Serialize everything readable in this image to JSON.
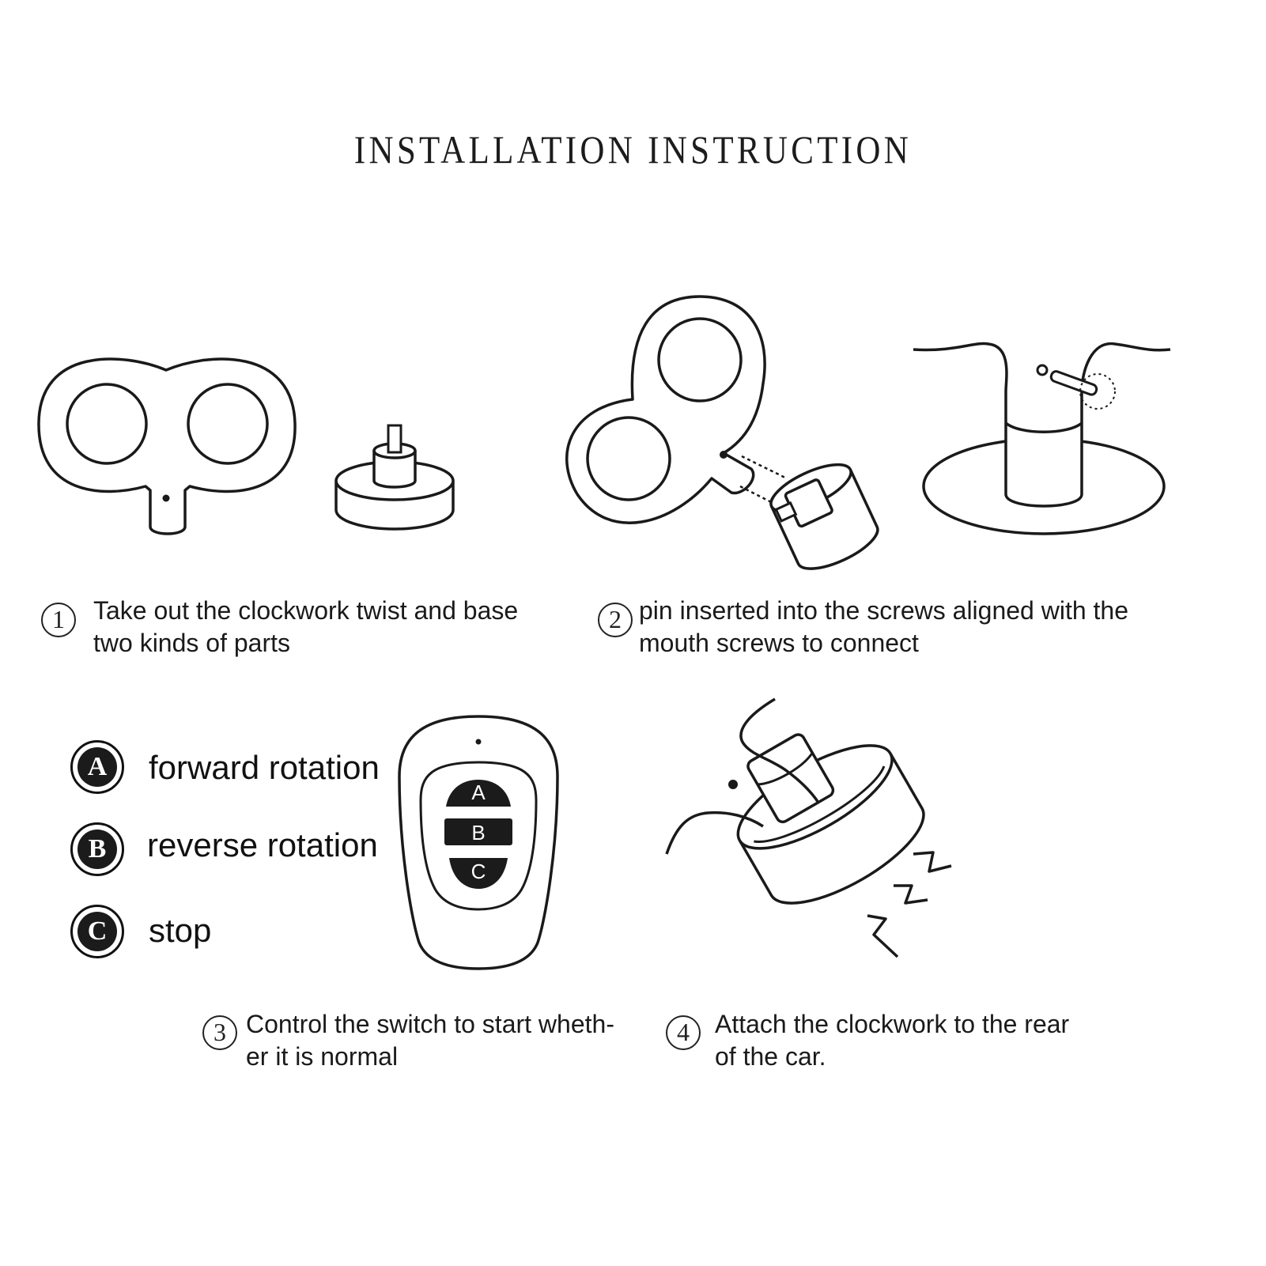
{
  "title": "INSTALLATION INSTRUCTION",
  "steps": [
    {
      "number": "1",
      "line1": "Take out the clockwork twist and base",
      "line2": "two kinds of parts"
    },
    {
      "number": "2",
      "line1": "pin inserted into the screws aligned with the",
      "line2": "mouth screws to connect"
    },
    {
      "number": "3",
      "line1": "Control the switch to start wheth-",
      "line2": "er it is normal"
    },
    {
      "number": "4",
      "line1": "Attach the clockwork to the rear",
      "line2": "of the car."
    }
  ],
  "legend": [
    {
      "key": "A",
      "label": "forward rotation"
    },
    {
      "key": "B",
      "label": "reverse rotation"
    },
    {
      "key": "C",
      "label": "stop"
    }
  ],
  "remote": {
    "buttons": [
      "A",
      "B",
      "C"
    ]
  },
  "colors": {
    "line": "#1a1a1a",
    "background": "#ffffff"
  }
}
